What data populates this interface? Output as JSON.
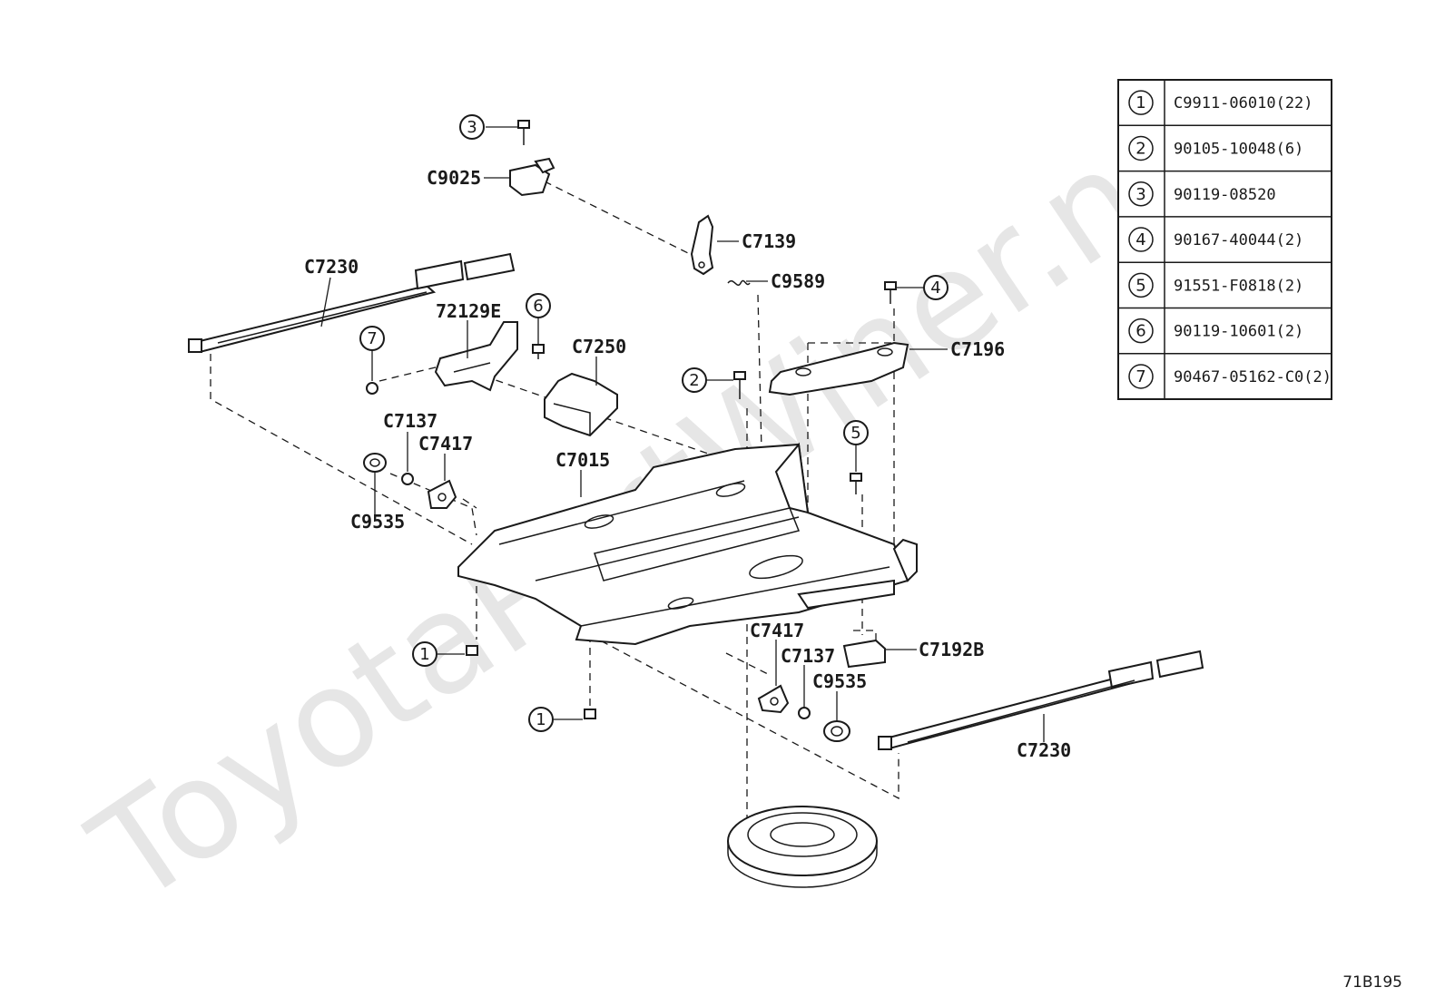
{
  "watermark": "ToyotaPartWiner.net",
  "diagram_code": "71B195",
  "part_labels": {
    "c9025": "C9025",
    "c7139": "C7139",
    "c9589": "C9589",
    "c7230_top": "C7230",
    "c7230_bottom": "C7230",
    "p72129e": "72129E",
    "c7250": "C7250",
    "c7196": "C7196",
    "c7137_top": "C7137",
    "c7417_top": "C7417",
    "c7015": "C7015",
    "c9535_top": "C9535",
    "c7417_bottom": "C7417",
    "c7137_bottom": "C7137",
    "c9535_bottom": "C9535",
    "c7192b": "C7192B"
  },
  "callouts": {
    "c1a": "1",
    "c1b": "1",
    "c2": "2",
    "c3": "3",
    "c4": "4",
    "c5": "5",
    "c6": "6",
    "c7": "7"
  },
  "legend": [
    {
      "num": "1",
      "part": "C9911-06010(22)"
    },
    {
      "num": "2",
      "part": "90105-10048(6)"
    },
    {
      "num": "3",
      "part": "90119-08520"
    },
    {
      "num": "4",
      "part": "90167-40044(2)"
    },
    {
      "num": "5",
      "part": "91551-F0818(2)"
    },
    {
      "num": "6",
      "part": "90119-10601(2)"
    },
    {
      "num": "7",
      "part": "90467-05162-C0(2)"
    }
  ]
}
